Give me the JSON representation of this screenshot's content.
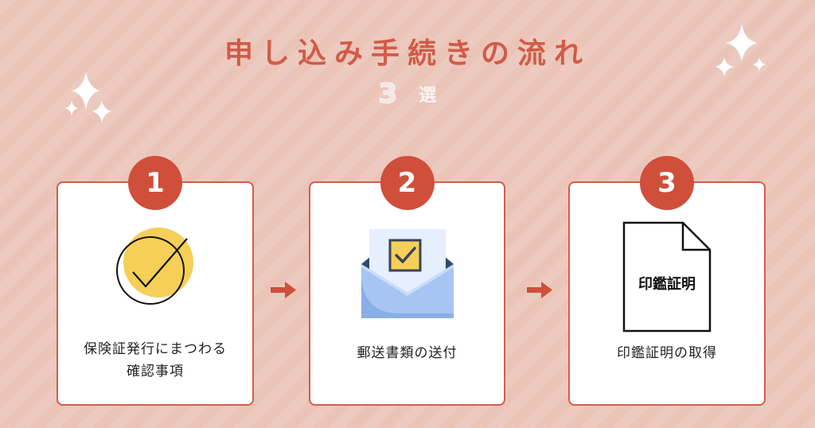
{
  "header": {
    "title": "申し込み手続きの流れ",
    "count": "3",
    "count_suffix": "選"
  },
  "colors": {
    "background": "#ebc4b8",
    "accent": "#cf4f3b",
    "card_border": "#d05e4b",
    "title": "#d15b47",
    "check_yellow": "#f5cf57",
    "envelope_blue": "#a7c5f2"
  },
  "steps": [
    {
      "number": "1",
      "icon": "check-circle-icon",
      "label_line1": "保険証発行にまつわる",
      "label_line2": "確認事項"
    },
    {
      "number": "2",
      "icon": "envelope-checkbox-icon",
      "label_line1": "郵送書類の送付",
      "label_line2": ""
    },
    {
      "number": "3",
      "icon": "document-icon",
      "document_text": "印鑑証明",
      "label_line1": "印鑑証明の取得",
      "label_line2": ""
    }
  ],
  "connectors": [
    {
      "icon": "arrow-right-icon"
    },
    {
      "icon": "arrow-right-icon"
    }
  ]
}
